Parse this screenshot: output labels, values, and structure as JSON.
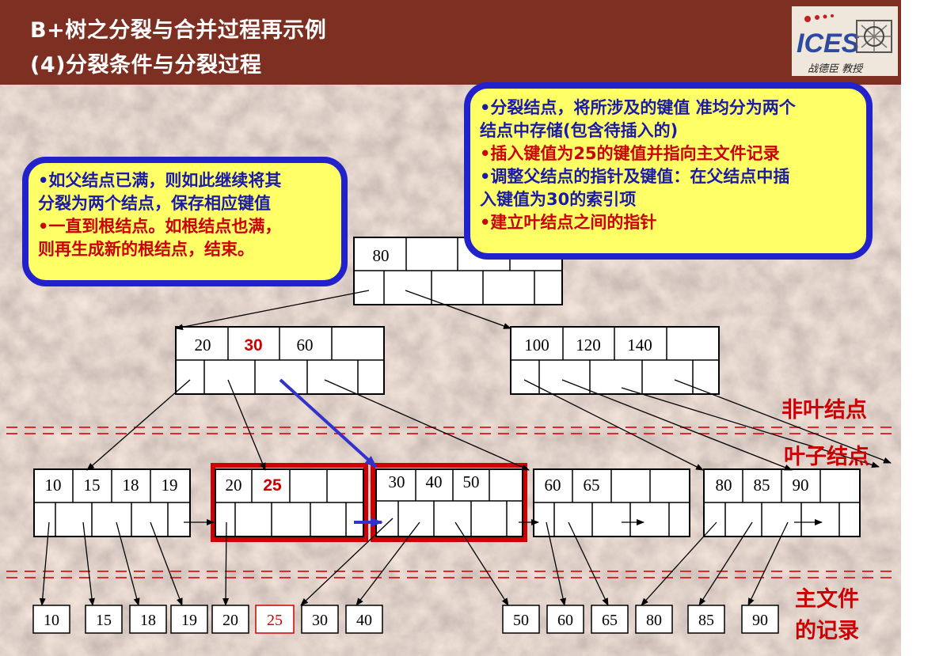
{
  "header": {
    "title_line1": "B+树之分裂与合并过程再示例",
    "title_line2": "(4)分裂条件与分裂过程",
    "logo_caption": "战德臣 教授"
  },
  "callout_left": {
    "lines": [
      {
        "text": "•如父结点已满，则如此继续将其",
        "color": "blue"
      },
      {
        "text": "分裂为两个结点，保存相应键值",
        "color": "blue"
      },
      {
        "text": "•一直到根结点。如根结点也满，",
        "color": "red"
      },
      {
        "text": "则再生成新的根结点，结束。",
        "color": "red"
      }
    ]
  },
  "callout_right": {
    "lines": [
      {
        "text": "•分裂结点，将所涉及的键值 准均分为两个",
        "color": "blue"
      },
      {
        "text": "结点中存储(包含待插入的)",
        "color": "blue"
      },
      {
        "text": "•插入键值为25的键值并指向主文件记录",
        "color": "red"
      },
      {
        "text": "•调整父结点的指针及键值：在父结点中插",
        "color": "blue"
      },
      {
        "text": "入键值为30的索引项",
        "color": "blue"
      },
      {
        "text": "•建立叶结点之间的指针",
        "color": "red"
      }
    ]
  },
  "labels": {
    "nonleaf": "非叶结点",
    "leaf": "叶子结点",
    "main_file_line1": "主文件",
    "main_file_line2": "的记录"
  },
  "nodes": {
    "root": {
      "keys": [
        "80",
        "",
        "",
        ""
      ]
    },
    "inner_left": {
      "keys": [
        "20",
        "30",
        "60",
        ""
      ],
      "new_key": "30"
    },
    "inner_right": {
      "keys": [
        "100",
        "120",
        "140",
        ""
      ]
    },
    "leaf1": {
      "keys": [
        "10",
        "15",
        "18",
        "19"
      ]
    },
    "leaf2": {
      "keys": [
        "20",
        "25",
        "",
        ""
      ],
      "new_key": "25"
    },
    "leaf3": {
      "keys": [
        "30",
        "40",
        "50",
        ""
      ]
    },
    "leaf4": {
      "keys": [
        "60",
        "65",
        "",
        ""
      ]
    },
    "leaf5": {
      "keys": [
        "80",
        "85",
        "90",
        ""
      ]
    }
  },
  "records": [
    "10",
    "15",
    "18",
    "19",
    "20",
    "25",
    "30",
    "40",
    "50",
    "60",
    "65",
    "80",
    "85",
    "90"
  ],
  "new_record": "25",
  "colors": {
    "header_bg": "#7d2f22",
    "callout_fill": "#ffff66",
    "callout_border": "#2222cc",
    "highlight_red": "#cc0000",
    "new_arrow_blue": "#3333cc"
  }
}
